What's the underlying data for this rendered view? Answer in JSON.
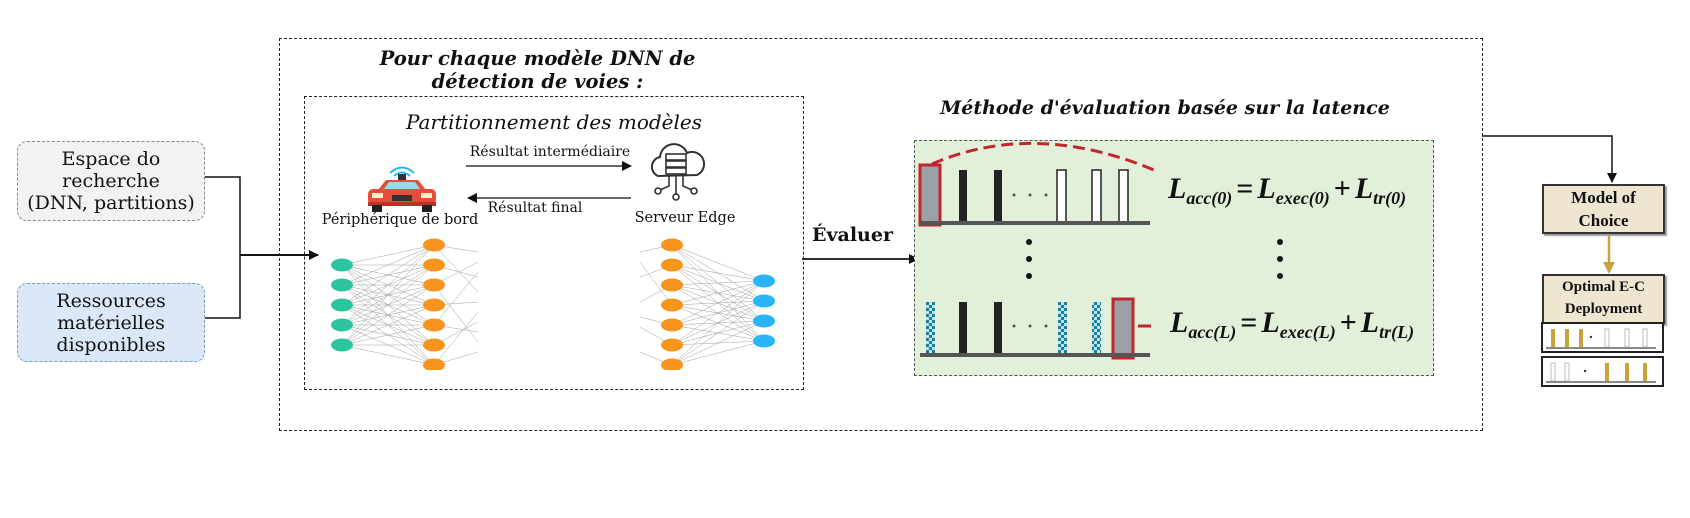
{
  "inputs": {
    "search_space": "Espace do\nrecherche\n(DNN, partitions)",
    "resources": "Ressources\nmatérielles\ndisponibles"
  },
  "main": {
    "title": "Pour chaque modèle DNN de\ndétection de voies :",
    "partition_title": "Partitionnement des modèles",
    "intermediate_label": "Résultat intermédiaire",
    "final_label": "Résultat final",
    "device_label": "Périphérique de bord",
    "server_label": "Serveur Edge",
    "evaluate_label": "Évaluer",
    "latency_title": "Méthode d'évaluation basée sur la latence"
  },
  "equations": {
    "row0": {
      "lhs": "L",
      "lhs_sub": "acc(0)",
      "t1": "L",
      "t1_sub": "exec(0)",
      "t2": "L",
      "t2_sub": "tr(0)"
    },
    "rowL": {
      "lhs": "L",
      "lhs_sub": "acc(L)",
      "t1": "L",
      "t1_sub": "exec(L)",
      "t2": "L",
      "t2_sub": "tr(L)"
    }
  },
  "output": {
    "model_choice": "Model of\nChoice",
    "deployment": "Optimal E-C\nDeployment"
  },
  "colors": {
    "green_node": "#2ec4a0",
    "orange_node": "#f7941d",
    "blue_node": "#29b6f6",
    "latency_bg": "#e2efd9",
    "highlight_red": "#c0272d",
    "resources_bg": "#dbe8f8",
    "search_bg": "#f2f2f2",
    "choice_bg": "#efe6d2",
    "gold": "#c9a23a"
  },
  "icons": [
    "car-icon",
    "cloud-server-icon",
    "neural-network-icon"
  ]
}
